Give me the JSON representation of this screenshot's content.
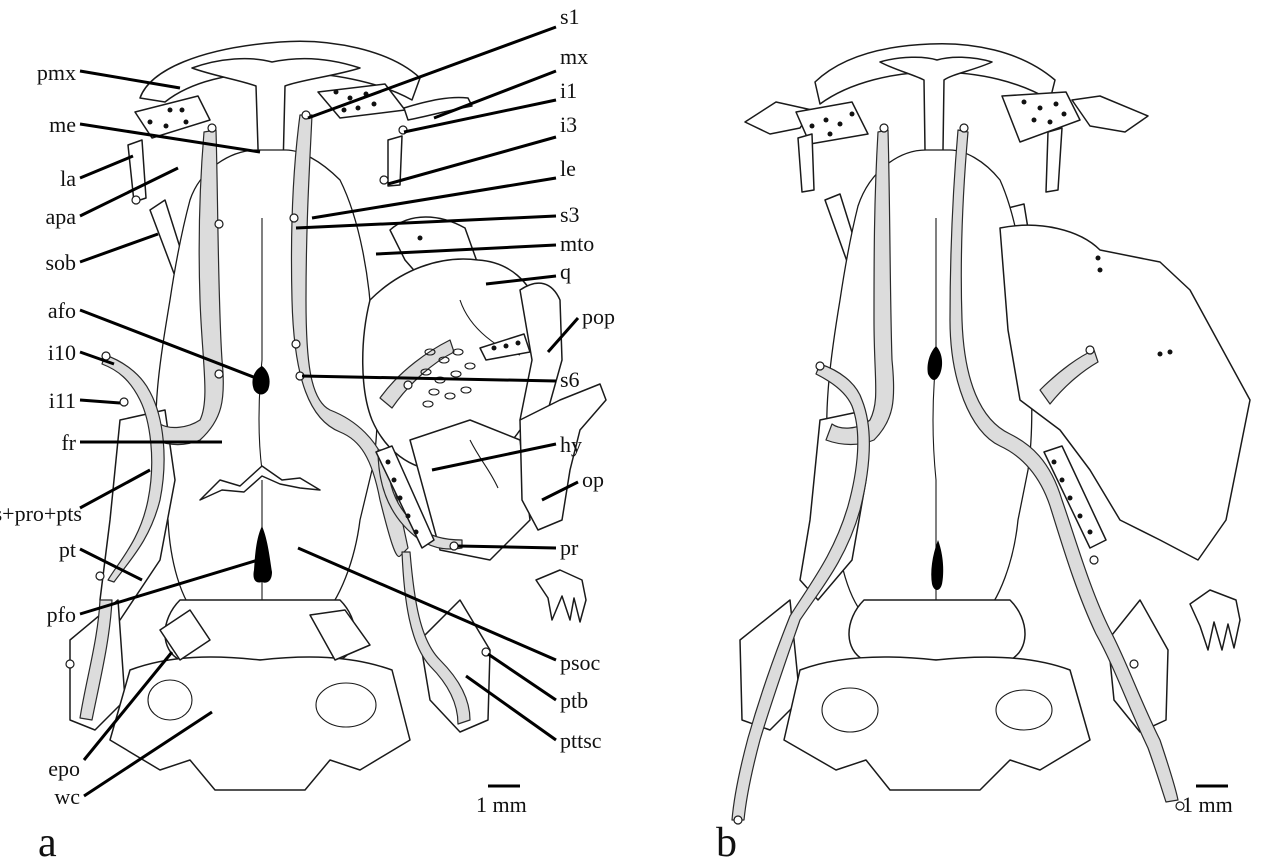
{
  "panels": [
    {
      "letter": "a",
      "scale_text": "1 mm"
    },
    {
      "letter": "b",
      "scale_text": "1 mm"
    }
  ],
  "labels": {
    "left": [
      "pmx",
      "me",
      "la",
      "apa",
      "sob",
      "afo",
      "i10",
      "i11",
      "fr",
      "s+pro+pts",
      "pt",
      "pfo",
      "epo",
      "wc"
    ],
    "right": [
      "s1",
      "mx",
      "i1",
      "i3",
      "le",
      "s3",
      "mto",
      "q",
      "pop",
      "s6",
      "hy",
      "op",
      "pr",
      "psoc",
      "ptb",
      "pttsc"
    ]
  },
  "colors": {
    "canal": "#dcdcdc",
    "outline": "#1a1a1a",
    "fontanel": "#000000"
  }
}
